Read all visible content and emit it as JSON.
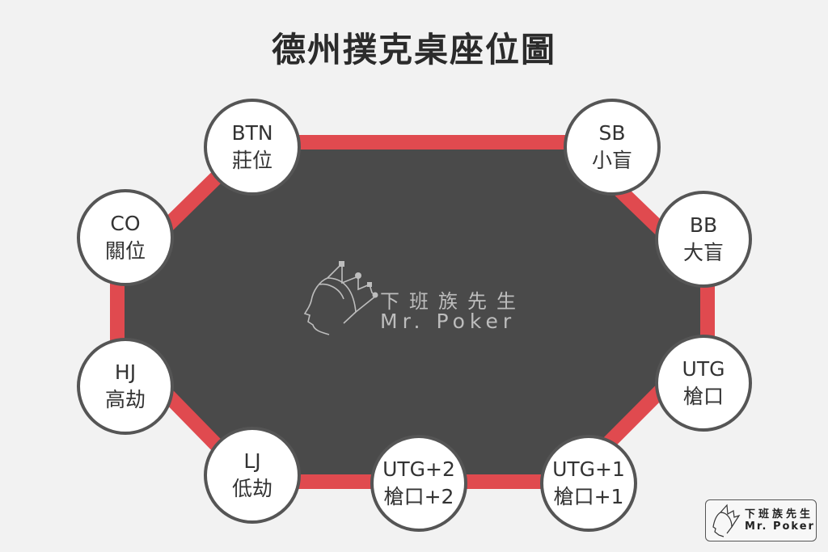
{
  "title": "德州撲克桌座位圖",
  "seats": [
    {
      "code": "BTN",
      "name": "莊位"
    },
    {
      "code": "SB",
      "name": "小盲"
    },
    {
      "code": "BB",
      "name": "大盲"
    },
    {
      "code": "UTG",
      "name": "槍口"
    },
    {
      "code": "UTG+1",
      "name": "槍口+1"
    },
    {
      "code": "UTG+2",
      "name": "槍口+2"
    },
    {
      "code": "LJ",
      "name": "低劫"
    },
    {
      "code": "HJ",
      "name": "高劫"
    },
    {
      "code": "CO",
      "name": "關位"
    }
  ],
  "logo": {
    "chinese": "下班族先生",
    "english": "Mr. Poker"
  },
  "colors": {
    "felt": "#4a4a4a",
    "rail": "#e04a4f",
    "seat_border": "#555555"
  }
}
